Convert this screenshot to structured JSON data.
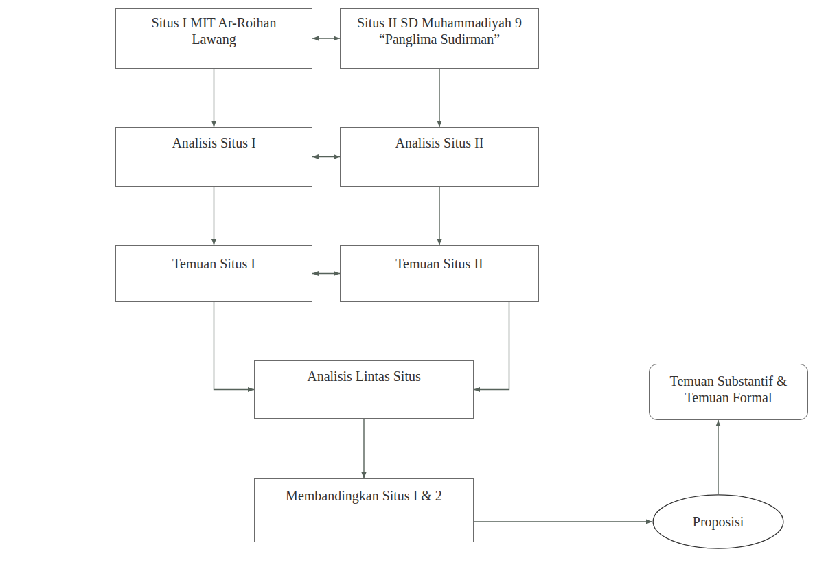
{
  "diagram": {
    "nodes": [
      {
        "text": [
          "Situs I MIT Ar-Roihan Lawang"
        ]
      },
      {
        "text": [
          "Situs II SD Muhammadiyah 9 “Panglima Sudirman”"
        ]
      },
      {
        "text": [
          "Analisis Situs I"
        ]
      },
      {
        "text": [
          "Analisis Situs II"
        ]
      },
      {
        "text": [
          "Temuan Situs I"
        ]
      },
      {
        "text": [
          "Temuan Situs II"
        ]
      },
      {
        "text": [
          "Analisis Lintas Situs"
        ]
      },
      {
        "text": [
          "Membandingkan Situs I & 2"
        ]
      },
      {
        "text": [
          "Proposisi"
        ]
      },
      {
        "text": [
          "Temuan Substantif & Temuan Formal"
        ]
      }
    ],
    "edges": [
      {
        "from": 0,
        "to": 1,
        "arrow": "both"
      },
      {
        "from": 0,
        "to": 2,
        "arrow": "to"
      },
      {
        "from": 1,
        "to": 3,
        "arrow": "to"
      },
      {
        "from": 2,
        "to": 3,
        "arrow": "both"
      },
      {
        "from": 2,
        "to": 4,
        "arrow": "to"
      },
      {
        "from": 3,
        "to": 5,
        "arrow": "to"
      },
      {
        "from": 4,
        "to": 5,
        "arrow": "both"
      },
      {
        "from": 4,
        "to": 6,
        "arrow": "to"
      },
      {
        "from": 5,
        "to": 6,
        "arrow": "to"
      },
      {
        "from": 6,
        "to": 7,
        "arrow": "to"
      },
      {
        "from": 7,
        "to": 8,
        "arrow": "to"
      },
      {
        "from": 8,
        "to": 9,
        "arrow": "to"
      }
    ]
  }
}
